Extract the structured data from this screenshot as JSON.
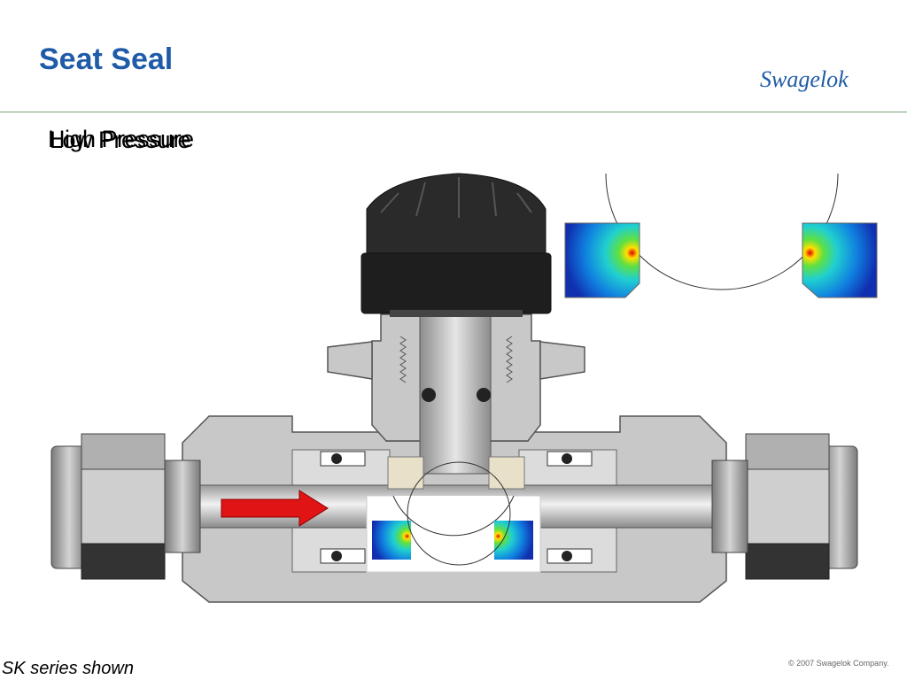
{
  "slide": {
    "title": "Seat Seal",
    "subtitle_a": "High Pressure",
    "subtitle_b": "Low Pressure",
    "logo_text": "Swagelok",
    "caption": "SK series shown",
    "copyright": "© 2007 Swagelok Company."
  },
  "colors": {
    "title": "#1f5ba8",
    "flow_arrow": "#e01414",
    "body_metal": "#c8c8c8",
    "handle": "#2a2a2a",
    "seat": "#e8e0c8"
  },
  "icons": {
    "flow": "flow-arrow-icon",
    "stress_plot": "stress-contour-icon"
  }
}
